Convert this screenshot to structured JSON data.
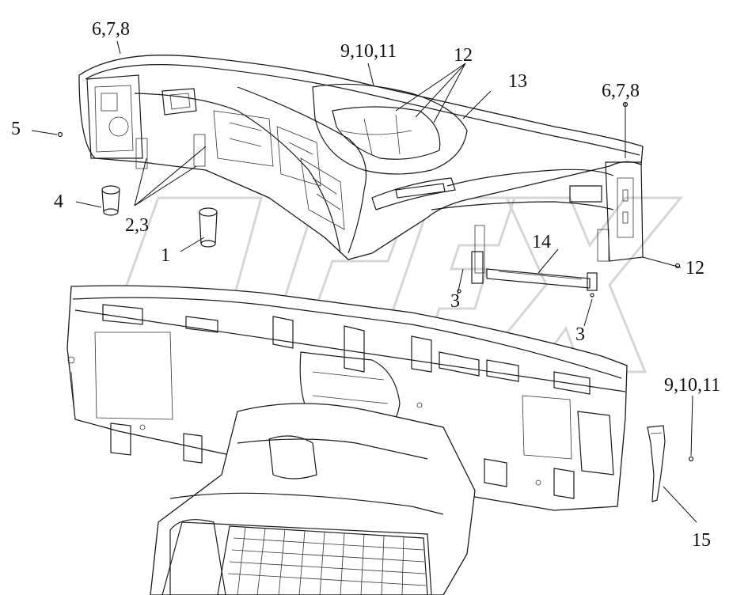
{
  "callouts": {
    "c1": "1",
    "c23": "2,3",
    "c3a": "3",
    "c3b": "3",
    "c4": "4",
    "c5": "5",
    "c678a": "6,7,8",
    "c678b": "6,7,8",
    "c91011a": "9,10,11",
    "c91011b": "9,10,11",
    "c12a": "12",
    "c12b": "12",
    "c13": "13",
    "c14": "14",
    "c15": "15"
  },
  "colors": {
    "line": "#1a1a1a",
    "watermark": "#d6d6d6",
    "background": "#ffffff"
  }
}
